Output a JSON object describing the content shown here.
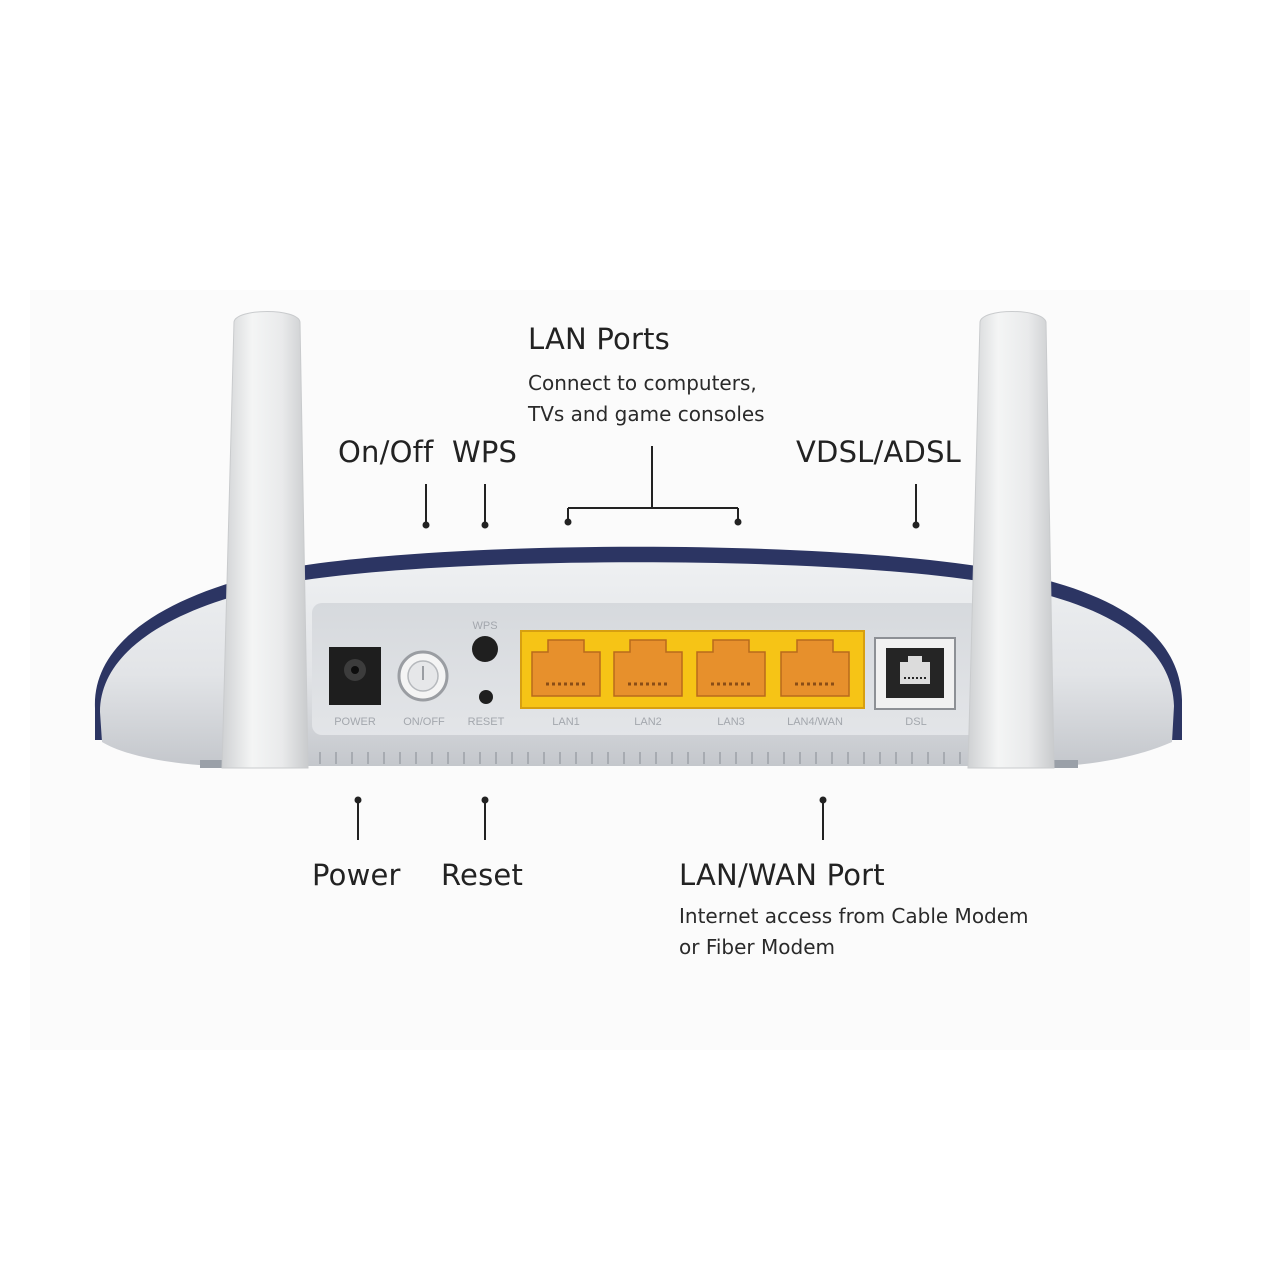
{
  "labels": {
    "lan_ports": {
      "title": "LAN Ports",
      "desc": [
        "Connect to computers,",
        "TVs and game consoles"
      ]
    },
    "on_off": "On/Off",
    "wps": "WPS",
    "vdsl_adsl": "VDSL/ADSL",
    "power": "Power",
    "reset": "Reset",
    "lan_wan_port": {
      "title": "LAN/WAN Port",
      "desc": [
        "Internet access from Cable Modem",
        "or Fiber Modem"
      ]
    }
  },
  "device_print": {
    "power": "POWER",
    "on_off": "ON/OFF",
    "wps": "WPS",
    "reset": "RESET",
    "lan1": "LAN1",
    "lan2": "LAN2",
    "lan3": "LAN3",
    "lan4_wan": "LAN4/WAN",
    "dsl": "DSL"
  },
  "colors": {
    "body": "#e4e6e9",
    "body_shadow": "#b9bcc1",
    "trim": "#2c3563",
    "port_block": "#f6c416",
    "port_inner": "#e7902c",
    "antenna": "#eceded"
  }
}
